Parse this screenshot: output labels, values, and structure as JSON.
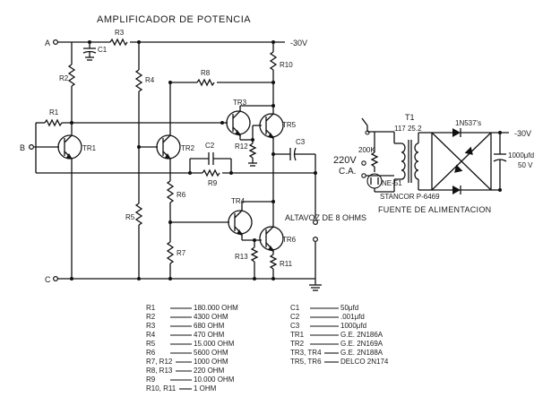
{
  "title": "AMPLIFICADOR DE POTENCIA",
  "terminals": {
    "a": "A",
    "b": "B",
    "c": "C"
  },
  "supply_voltage": "-30V",
  "labels": {
    "r1": "R1",
    "r2": "R2",
    "r3": "R3",
    "r4": "R4",
    "r5": "R5",
    "r6": "R6",
    "r7": "R7",
    "r8": "R8",
    "r9": "R9",
    "r10": "R10",
    "r11": "R11",
    "r12": "R12",
    "r13": "R13",
    "c1": "C1",
    "c2": "C2",
    "c3": "C3",
    "tr1": "TR1",
    "tr2": "TR2",
    "tr3": "TR3",
    "tr4": "TR4",
    "tr5": "TR5",
    "tr6": "TR6"
  },
  "speaker_label": "ALTAVOZ DE 8 OHMS",
  "power_supply": {
    "t1": "T1",
    "voltages": "117  25.2",
    "rectifiers": "1N537's",
    "resistor": "200K",
    "mains": "220V",
    "mains_type": "C.A.",
    "lamp": "NE-51",
    "transformer": "STANCOR P-6469",
    "capacitor": "1000μfd",
    "capacitor_voltage": "50 V",
    "output": "-30V",
    "caption": "FUENTE DE ALIMENTACION"
  },
  "parts_left": [
    {
      "ref": "R1",
      "value": "180.000 OHM"
    },
    {
      "ref": "R2",
      "value": "4300 OHM"
    },
    {
      "ref": "R3",
      "value": "680 OHM"
    },
    {
      "ref": "R4",
      "value": "470 OHM"
    },
    {
      "ref": "R5",
      "value": "15.000 OHM"
    },
    {
      "ref": "R6",
      "value": "5600 OHM"
    },
    {
      "ref": "R7, R12",
      "value": "1000 OHM"
    },
    {
      "ref": "R8, R13",
      "value": "220 OHM"
    },
    {
      "ref": "R9",
      "value": "10.000 OHM"
    },
    {
      "ref": "R10, R11",
      "value": "1 OHM"
    }
  ],
  "parts_right": [
    {
      "ref": "C1",
      "value": "50μfd"
    },
    {
      "ref": "C2",
      "value": ".001μfd"
    },
    {
      "ref": "C3",
      "value": "1000μfd"
    },
    {
      "ref": "TR1",
      "value": "G.E. 2N186A"
    },
    {
      "ref": "TR2",
      "value": "G.E. 2N169A"
    },
    {
      "ref": "TR3, TR4",
      "value": "G.E. 2N188A"
    },
    {
      "ref": "TR5, TR6",
      "value": "DELCO 2N174"
    }
  ]
}
